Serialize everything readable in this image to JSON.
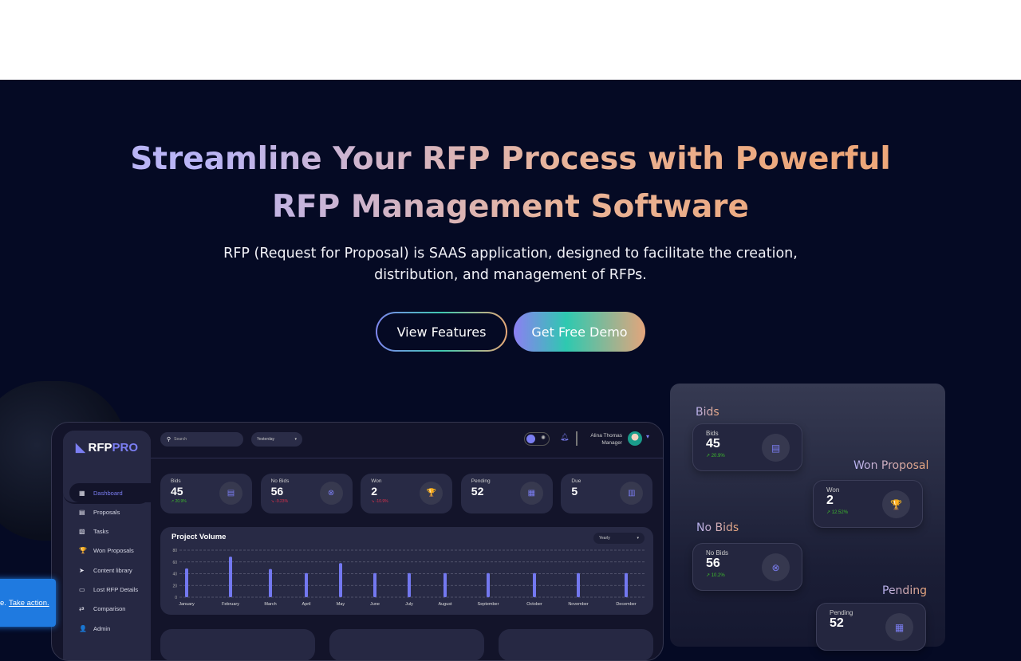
{
  "hero": {
    "title_line1": "Streamline Your RFP Process with Powerful",
    "title_line2": "RFP Management Software",
    "subtitle": "RFP (Request for Proposal) is SAAS application, designed to facilitate the creation, distribution, and management of RFPs.",
    "view_features": "View Features",
    "get_demo": "Get Free Demo"
  },
  "toast": {
    "text": "e.",
    "link": "Take action."
  },
  "dashboard": {
    "logo_a": "RFP",
    "logo_b": "PRO",
    "search_placeholder": "Search",
    "period": "Yesterday",
    "user": {
      "name": "Alina Thomas",
      "role": "Manager"
    },
    "nav": [
      {
        "label": "Dashboard",
        "icon": "▦"
      },
      {
        "label": "Proposals",
        "icon": "▤"
      },
      {
        "label": "Tasks",
        "icon": "▧"
      },
      {
        "label": "Won Proposals",
        "icon": "🏆"
      },
      {
        "label": "Content library",
        "icon": "➤"
      },
      {
        "label": "Lost RFP Details",
        "icon": "▭"
      },
      {
        "label": "Comparison",
        "icon": "⇄"
      },
      {
        "label": "Admin",
        "icon": "👤"
      }
    ],
    "stats": [
      {
        "label": "Bids",
        "value": "45",
        "change": "↗ 20.9%",
        "dir": "up",
        "icon": "▤"
      },
      {
        "label": "No Bids",
        "value": "56",
        "change": "↘ -9.23%",
        "dir": "down",
        "icon": "⊗"
      },
      {
        "label": "Won",
        "value": "2",
        "change": "↘ -10.9%",
        "dir": "down",
        "icon": "🏆"
      },
      {
        "label": "Pending",
        "value": "52",
        "change": "",
        "dir": "",
        "icon": "▦"
      },
      {
        "label": "Due",
        "value": "5",
        "change": "",
        "dir": "",
        "icon": "▥"
      }
    ],
    "chart_range": "Yearly"
  },
  "chart_data": {
    "type": "bar",
    "title": "Project Volume",
    "categories": [
      "January",
      "February",
      "March",
      "April",
      "May",
      "June",
      "July",
      "August",
      "September",
      "October",
      "November",
      "December"
    ],
    "values": [
      49,
      69,
      48,
      41,
      58,
      41,
      41,
      41,
      41,
      41,
      41,
      41
    ],
    "yticks": [
      0,
      20,
      40,
      60,
      80
    ],
    "ylim": [
      0,
      80
    ],
    "color": "#7378f0"
  },
  "panel": {
    "cards": [
      {
        "heading": "Bids",
        "label": "Bids",
        "value": "45",
        "change": "↗ 20.9%",
        "icon": "▤"
      },
      {
        "heading": "Won Proposal",
        "label": "Won",
        "value": "2",
        "change": "↗ 12.52%",
        "icon": "🏆"
      },
      {
        "heading": "No Bids",
        "label": "No Bids",
        "value": "56",
        "change": "↗ 10.2%",
        "icon": "⊗"
      },
      {
        "heading": "Pending",
        "label": "Pending",
        "value": "52",
        "change": "",
        "icon": "▦"
      }
    ]
  }
}
